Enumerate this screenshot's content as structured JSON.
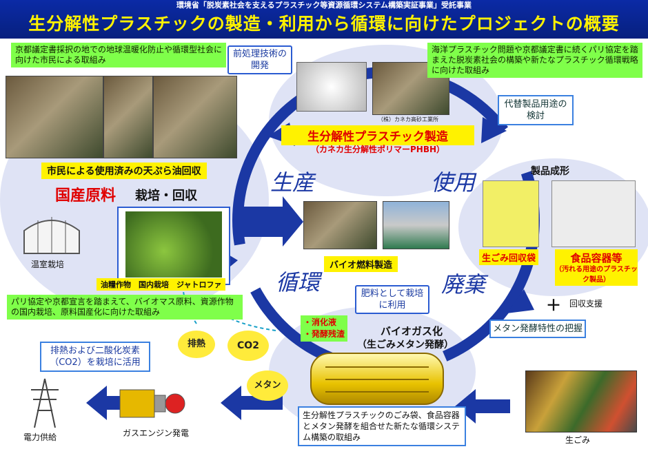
{
  "header": {
    "subtitle": "環境省「脱炭素社会を支えるプラスチック等資源循環システム構築実証事業」受託事業",
    "title": "生分解性プラスチックの製造・利用から循環に向けたプロジェクトの概要"
  },
  "left_top": {
    "note": "京都議定書採択の地での地球温暖化防止や循環型社会に向けた市民による取組み",
    "photo_caption": "市民による使用済みの天ぷら油回収",
    "raw_material_red": "国産原料",
    "raw_material_black": "栽培・回収",
    "greenhouse_label": "温室栽培",
    "crop_caption": "油糧作物　国内栽培　ジャトロファ"
  },
  "left_mid": {
    "note": "パリ協定や京都宣言を踏まえて、バイオマス原料、資源作物の国内栽培、原料国産化に向けた取組み"
  },
  "top_center": {
    "callout": "前処理技術の開発",
    "company": "（株）カネカ高砂工業所",
    "title": "生分解性プラスチック製造",
    "subtitle": "（カネカ生分解性ポリマーPHBH）"
  },
  "right_top": {
    "note": "海洋プラスチック問題や京都議定書に続くパリ協定を踏まえた脱炭素社会の構築や新たなプラスチック循環戦略に向けた取組み",
    "callout": "代替製品用途の検討",
    "product_title": "製品成形",
    "bag_label": "生ごみ回収袋",
    "container_label": "食品容器等",
    "container_sub": "（汚れる用途のプラスチック製品）",
    "plus": "＋",
    "support": "回収支援"
  },
  "cycle": {
    "produce": "生産",
    "use": "使用",
    "recycle": "循環",
    "dispose": "廃棄"
  },
  "center": {
    "biofuel": "バイオ燃料製造"
  },
  "bottom": {
    "fertilizer_callout": "肥料として栽培に利用",
    "digestate1": "・消化液",
    "digestate2": "・発酵残渣",
    "biogas_title": "バイオガス化",
    "biogas_sub": "（生ごみメタン発酵）",
    "methane_callout": "メタン発酵特性の把握",
    "waste_label": "生ごみ",
    "exhaust": "排熱",
    "co2": "CO2",
    "methane": "メタン",
    "heat_callout": "排熱および二酸化炭素（CO2）を栽培に活用",
    "engine_label": "ガスエンジン発電",
    "power_label": "電力供給",
    "bottom_note": "生分解性プラスチックのごみ袋、食品容器とメタン発酵を組合せた新たな循環システム構築の取組み"
  },
  "colors": {
    "header_bg": "#0b2aa6",
    "title_yellow": "#fff200",
    "note_green": "#7fff4a",
    "accent_red": "#e00000",
    "cycle_blue": "#1b38a4"
  }
}
